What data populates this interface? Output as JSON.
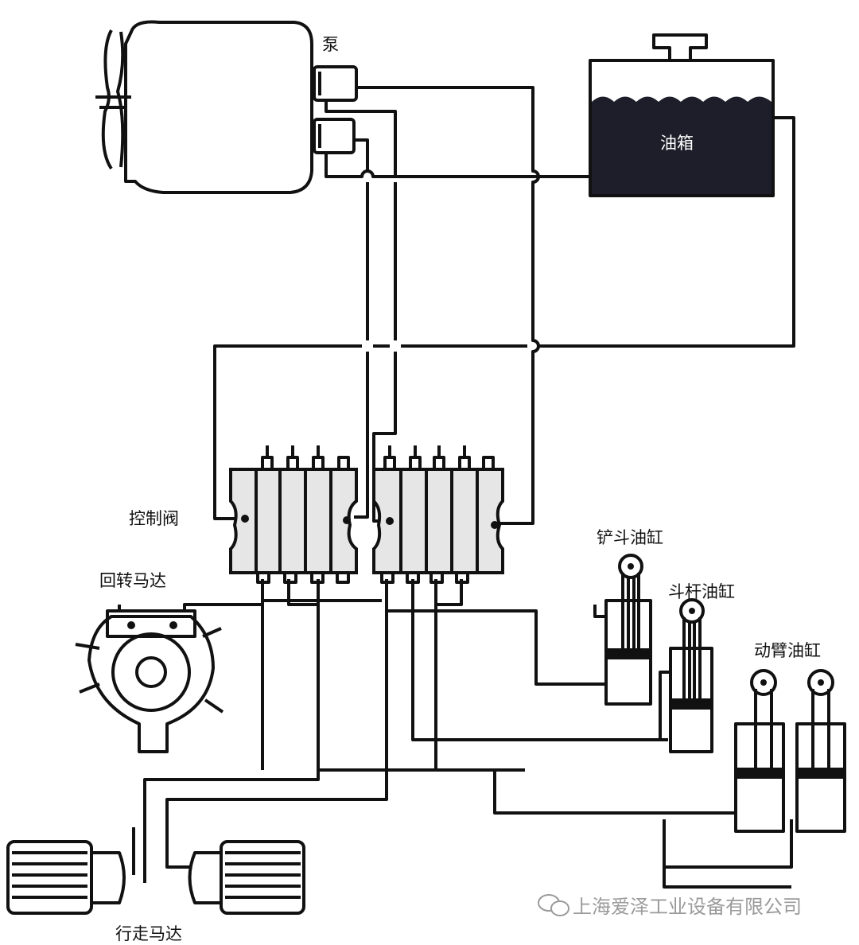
{
  "labels": {
    "pump": "泵",
    "tank": "油箱",
    "control_valve": "控制阀",
    "swing_motor": "回转马达",
    "bucket_cylinder": "铲斗油缸",
    "arm_cylinder": "斗杆油缸",
    "boom_cylinder": "动臂油缸",
    "travel_motor": "行走马达"
  },
  "watermark": "上海爱泽工业设备有限公司",
  "colors": {
    "line": "#111111",
    "tank_oil": "#1e1e2a",
    "valve_fill": "#e6e6e6",
    "watermark": "#9a9a9a"
  }
}
